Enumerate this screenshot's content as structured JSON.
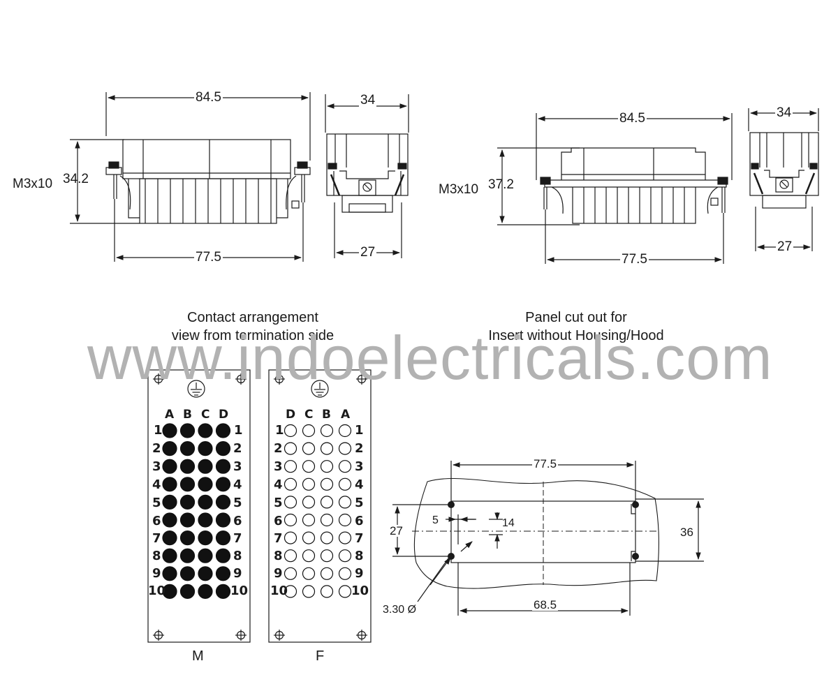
{
  "front_view_1": {
    "top_dim": "84.5",
    "bottom_dim": "77.5",
    "screw_label": "M3x10",
    "height_dim": "34.2"
  },
  "side_view_1": {
    "top_dim": "34",
    "bottom_dim": "27"
  },
  "front_view_2": {
    "top_dim": "84.5",
    "bottom_dim": "77.5",
    "screw_label": "M3x10",
    "height_dim": "37.2"
  },
  "side_view_2": {
    "top_dim": "34",
    "bottom_dim": "27"
  },
  "contact_caption": [
    "Contact arrangement",
    "view from termination side"
  ],
  "panel_caption": [
    "Panel cut out for",
    "Insert without Housing/Hood"
  ],
  "watermark": "www.indoelectricals.com",
  "male_insert": {
    "label": "M",
    "columns": [
      "A",
      "B",
      "C",
      "D"
    ],
    "rows": [
      "1",
      "2",
      "3",
      "4",
      "5",
      "6",
      "7",
      "8",
      "9",
      "10"
    ]
  },
  "female_insert": {
    "label": "F",
    "columns": [
      "D",
      "C",
      "B",
      "A"
    ],
    "rows": [
      "1",
      "2",
      "3",
      "4",
      "5",
      "6",
      "7",
      "8",
      "9",
      "10"
    ]
  },
  "panel_cutout": {
    "top_dim": "77.5",
    "bottom_dim": "68.5",
    "left_dim": "27",
    "right_dim": "36",
    "small_dim_a": "5",
    "small_dim_b": "14",
    "hole_dim": "3.30 Ø"
  }
}
